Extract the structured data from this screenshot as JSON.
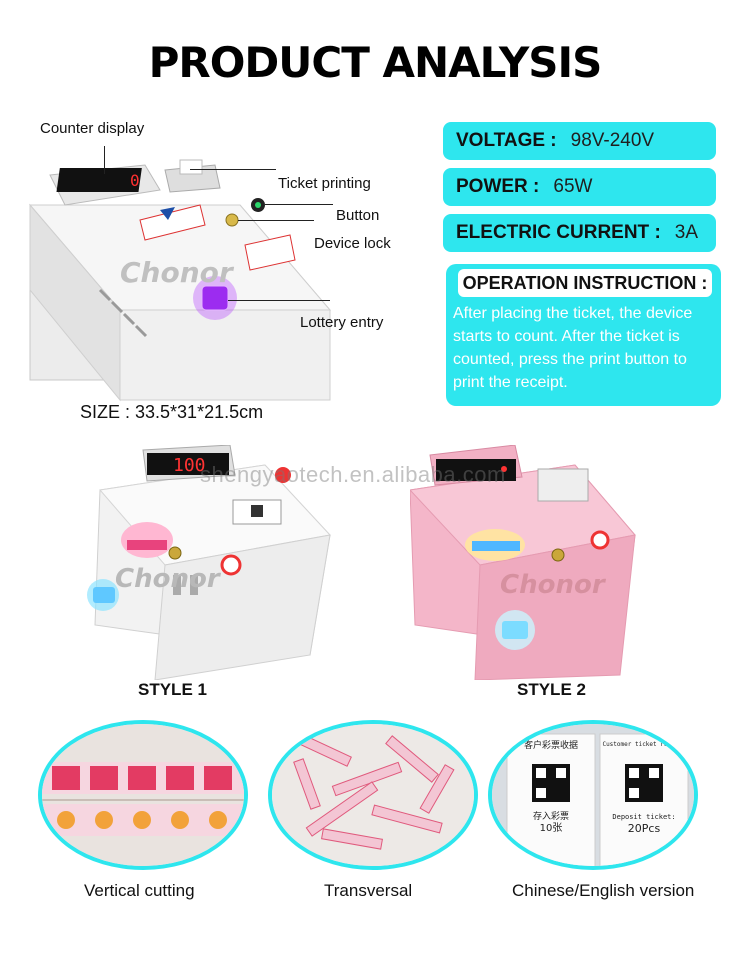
{
  "title": "PRODUCT ANALYSIS",
  "callouts": {
    "counter_display": "Counter display",
    "ticket_printing": "Ticket printing",
    "button": "Button",
    "device_lock": "Device lock",
    "lottery_entry": "Lottery entry"
  },
  "size": "SIZE : 33.5*31*21.5cm",
  "specs": [
    {
      "key": "VOLTAGE :",
      "value": "98V-240V"
    },
    {
      "key": "POWER :",
      "value": "65W"
    },
    {
      "key": "ELECTRIC CURRENT :",
      "value": "3A"
    }
  ],
  "operation": {
    "title": "OPERATION INSTRUCTION :",
    "text": "After placing the ticket, the device starts to count. After the ticket is counted, press the print button to print the receipt."
  },
  "display_reading": "100",
  "watermark": "shengyaotech.en.alibaba.com",
  "brand": "Chonor",
  "styles": [
    {
      "label": "STYLE 1"
    },
    {
      "label": "STYLE 2"
    }
  ],
  "circles": [
    {
      "label": "Vertical cutting"
    },
    {
      "label": "Transversal"
    },
    {
      "label": "Chinese/English version"
    }
  ],
  "receipts": {
    "cn_title": "客户彩票收据",
    "cn_deposit": "存入彩票",
    "cn_count": "10张",
    "en_title": "Customer ticket receipt",
    "en_deposit": "Deposit ticket:",
    "en_count": "20Pcs"
  },
  "colors": {
    "accent": "#2ee6ee",
    "style2_body": "#f4b6c9"
  }
}
